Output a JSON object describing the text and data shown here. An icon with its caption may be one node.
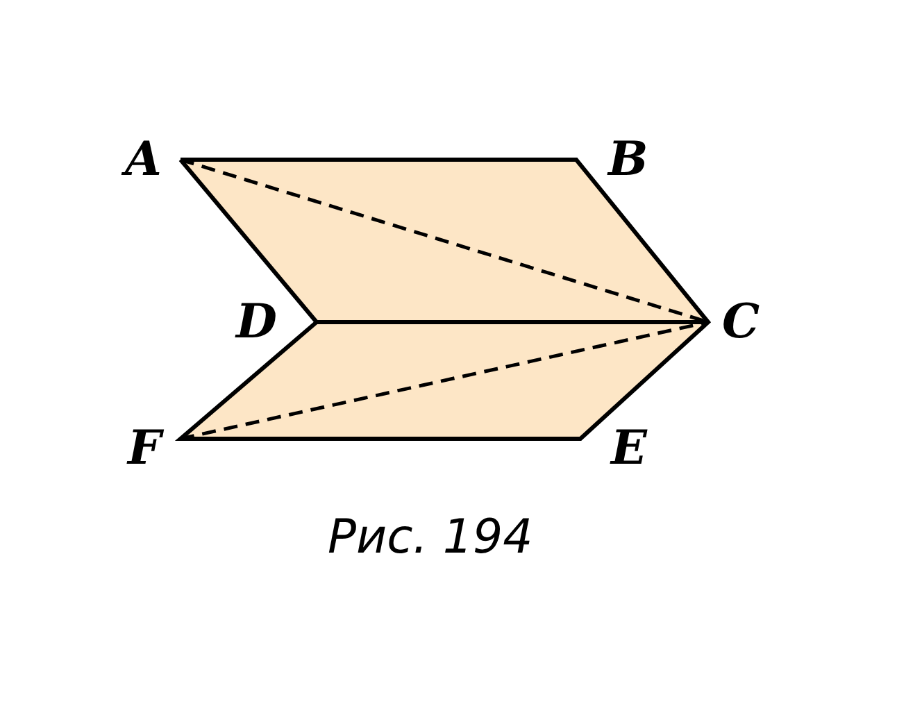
{
  "diagram": {
    "caption": "Рис. 194",
    "labels": [
      "A",
      "B",
      "D",
      "C",
      "F",
      "E"
    ]
  }
}
